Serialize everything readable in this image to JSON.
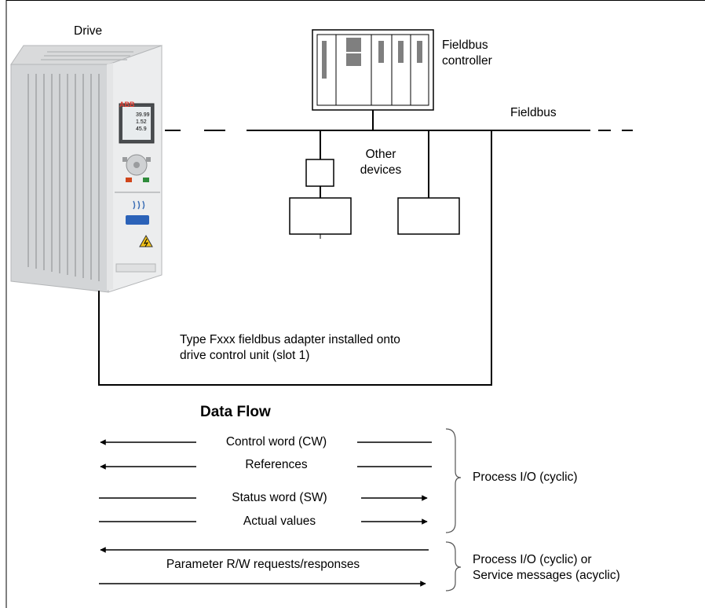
{
  "labels": {
    "drive": "Drive",
    "fieldbus_controller_line1": "Fieldbus",
    "fieldbus_controller_line2": "controller",
    "fieldbus": "Fieldbus",
    "other_devices_line1": "Other",
    "other_devices_line2": "devices",
    "adapter_line1": "Type Fxxx fieldbus adapter installed onto",
    "adapter_line2": "drive control unit (slot 1)",
    "data_flow_title": "Data Flow"
  },
  "drive_display": {
    "brand": "ABB",
    "readout_1": "39.99",
    "readout_2": "1.52",
    "readout_3": "45.9"
  },
  "flows": [
    {
      "label": "Control word (CW)",
      "direction": "left"
    },
    {
      "label": "References",
      "direction": "left"
    },
    {
      "label": "Status word (SW)",
      "direction": "right"
    },
    {
      "label": "Actual values",
      "direction": "right"
    },
    {
      "label": "Parameter R/W requests/responses",
      "direction": "both"
    }
  ],
  "groups": {
    "cyclic": "Process I/O (cyclic)",
    "acyclic_line1": "Process I/O (cyclic) or",
    "acyclic_line2": "Service messages (acyclic)"
  }
}
